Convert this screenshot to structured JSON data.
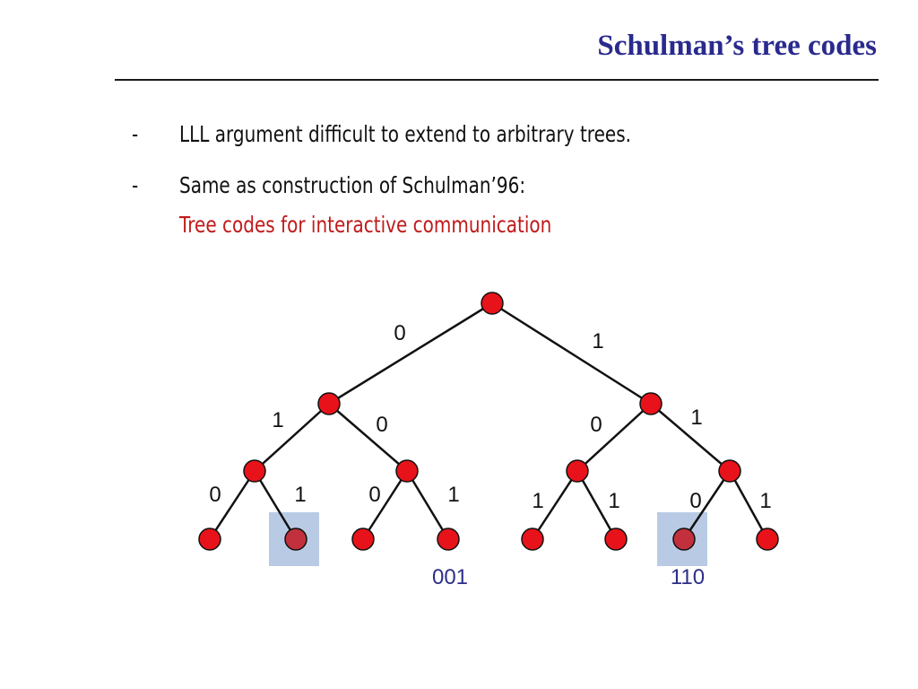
{
  "slide": {
    "title": "Schulman’s tree codes",
    "bullets": [
      {
        "marker": "-",
        "text": "LLL argument difficult to extend to arbitrary trees."
      },
      {
        "marker": "-",
        "text": "Same as construction of Schulman’96:"
      }
    ],
    "subline": "Tree codes for interactive communication"
  },
  "diagram": {
    "edge_labels": {
      "root": [
        "0",
        "1"
      ],
      "level1": [
        "1",
        "0",
        "0",
        "1"
      ],
      "level2": [
        "0",
        "1",
        "0",
        "1",
        "1",
        "1",
        "0",
        "1"
      ]
    },
    "highlighted_leaves": [
      "001",
      "110"
    ],
    "path_labels": [
      "001",
      "110"
    ],
    "colors": {
      "node_fill": "#e8131a",
      "highlighted_node_fill": "#c2303d",
      "node_stroke": "#111111",
      "edge": "#111111",
      "highlight_box": "#b9cbe4",
      "path_label": "#2e2e8a",
      "edge_label": "#111111"
    }
  }
}
